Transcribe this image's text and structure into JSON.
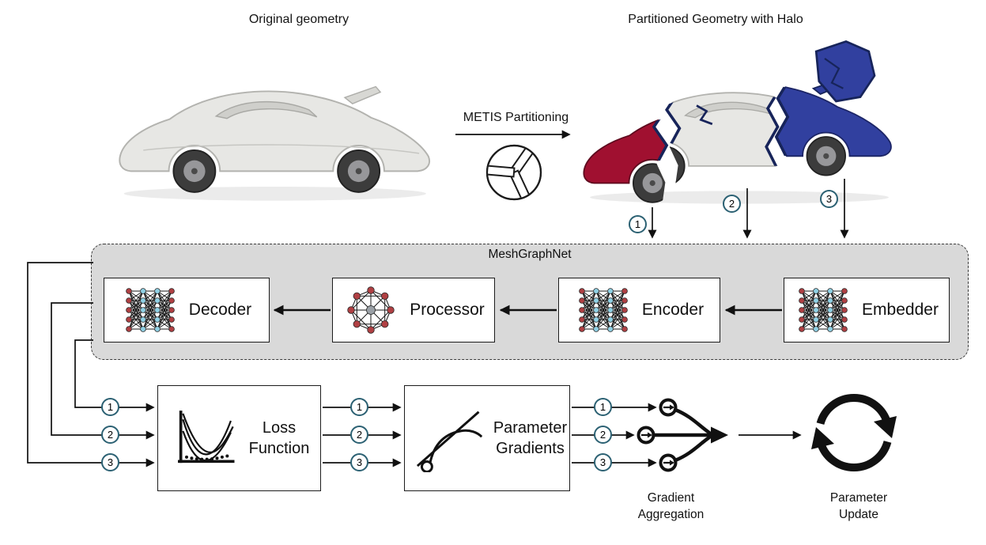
{
  "header": {
    "original_label": "Original geometry",
    "partitioned_label": "Partitioned Geometry with Halo",
    "metis_label": "METIS Partitioning"
  },
  "streams": [
    "1",
    "2",
    "3"
  ],
  "meshgraphnet": {
    "title": "MeshGraphNet",
    "blocks": [
      {
        "label": "Decoder"
      },
      {
        "label": "Processor"
      },
      {
        "label": "Encoder"
      },
      {
        "label": "Embedder"
      }
    ]
  },
  "training": {
    "loss_label": "Loss\nFunction",
    "gradients_label": "Parameter\nGradients",
    "aggregation_label": "Gradient\nAggregation",
    "update_label": "Parameter\nUpdate"
  },
  "colors": {
    "partition_red": "#a01030",
    "partition_blue": "#31409f",
    "halo_navy": "#17245a",
    "body_gray": "#e7e7e4",
    "node_red": "#b04043",
    "node_blue": "#8fd0e4",
    "processor_center_gray": "#9aa0a6",
    "stream_badge_border": "#2c6173",
    "meshgraphnet_bg": "#d9d9d9"
  }
}
